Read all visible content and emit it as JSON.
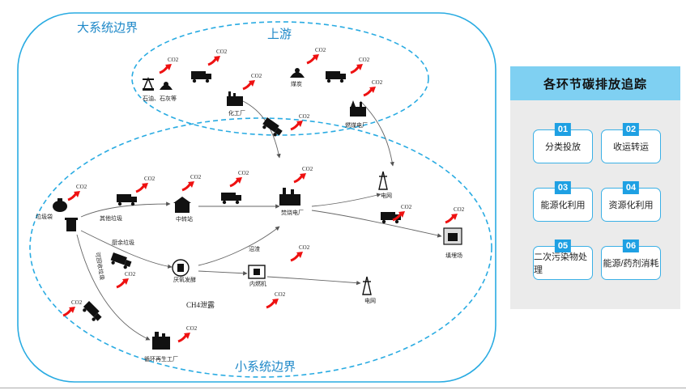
{
  "boundaries": {
    "big": "大系统边界",
    "upstream": "上游",
    "small": "小系统边界"
  },
  "nodes": {
    "oil_limestone": "石油、石灰等",
    "chem_plant": "化工厂",
    "coal": "煤炭",
    "coal_power": "燃煤电厂",
    "grid_top": "电网",
    "garbage_bag": "垃圾袋",
    "transfer_station": "中转站",
    "incineration": "焚烧电厂",
    "landfill": "填埋场",
    "anaerobic": "厌氧发酵",
    "engine": "内燃机",
    "grid_bottom": "电网",
    "recycling_plant": "循环再生工厂"
  },
  "edge_labels": {
    "other_waste": "其他垃圾",
    "kitchen_waste": "厨余垃圾",
    "recyclable": "可回收垃圾",
    "biogas": "沼渣",
    "ch4_leak": "CH4泄露"
  },
  "co2_label": "CO2",
  "panel": {
    "title": "各环节碳排放追踪",
    "cards": [
      {
        "num": "01",
        "label": "分类投放"
      },
      {
        "num": "02",
        "label": "收运转运"
      },
      {
        "num": "03",
        "label": "能源化利用"
      },
      {
        "num": "04",
        "label": "资源化利用"
      },
      {
        "num": "05",
        "label": "二次污染物处理"
      },
      {
        "num": "06",
        "label": "能源/药剂消耗"
      }
    ]
  },
  "colors": {
    "boundary": "#29abe2",
    "co2_arrow": "#e11",
    "panel_header": "#7fd0f2",
    "badge": "#1ea0e3"
  }
}
